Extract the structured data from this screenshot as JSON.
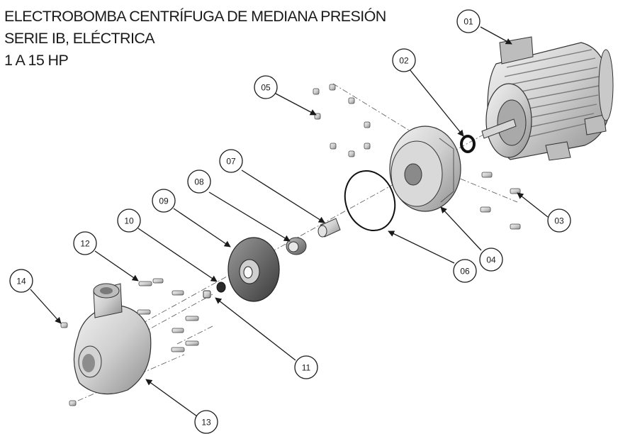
{
  "title": {
    "line1": "ELECTROBOMBA CENTRÍFUGA DE MEDIANA PRESIÓN",
    "line2": "SERIE IB, ELÉCTRICA",
    "line3": "1 A 15 HP"
  },
  "callouts": {
    "c01": "01",
    "c02": "02",
    "c03": "03",
    "c04": "04",
    "c05": "05",
    "c06": "06",
    "c07": "07",
    "c08": "08",
    "c09": "09",
    "c10": "10",
    "c11": "11",
    "c12": "12",
    "c13": "13",
    "c14": "14"
  }
}
